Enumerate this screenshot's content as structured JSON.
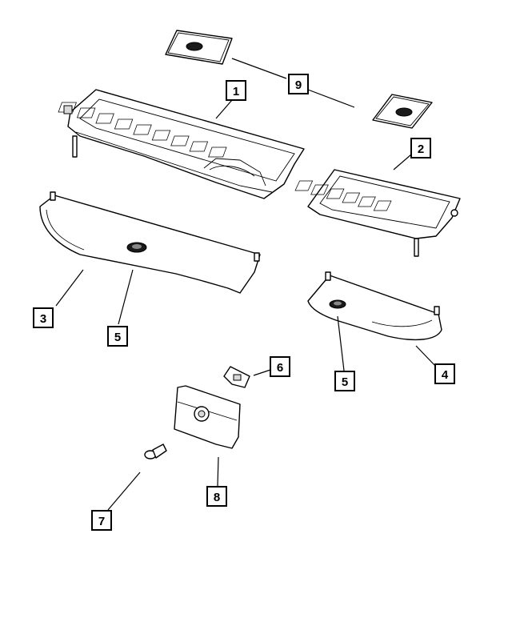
{
  "callouts": [
    {
      "id": "c1",
      "label": "1"
    },
    {
      "id": "c2",
      "label": "2"
    },
    {
      "id": "c3",
      "label": "3"
    },
    {
      "id": "c4",
      "label": "4"
    },
    {
      "id": "c5a",
      "label": "5"
    },
    {
      "id": "c5b",
      "label": "5"
    },
    {
      "id": "c6",
      "label": "6"
    },
    {
      "id": "c7",
      "label": "7"
    },
    {
      "id": "c8",
      "label": "8"
    },
    {
      "id": "c9",
      "label": "9"
    }
  ],
  "parts": [
    {
      "callout": "1",
      "name": "rear-seat-cushion-frame-large"
    },
    {
      "callout": "2",
      "name": "rear-seat-cushion-frame-small"
    },
    {
      "callout": "3",
      "name": "seat-cushion-panel-large"
    },
    {
      "callout": "4",
      "name": "seat-cushion-panel-small"
    },
    {
      "callout": "5",
      "name": "panel-grommet"
    },
    {
      "callout": "6",
      "name": "clip"
    },
    {
      "callout": "7",
      "name": "bolt"
    },
    {
      "callout": "8",
      "name": "bracket-cover"
    },
    {
      "callout": "9",
      "name": "pad"
    }
  ]
}
